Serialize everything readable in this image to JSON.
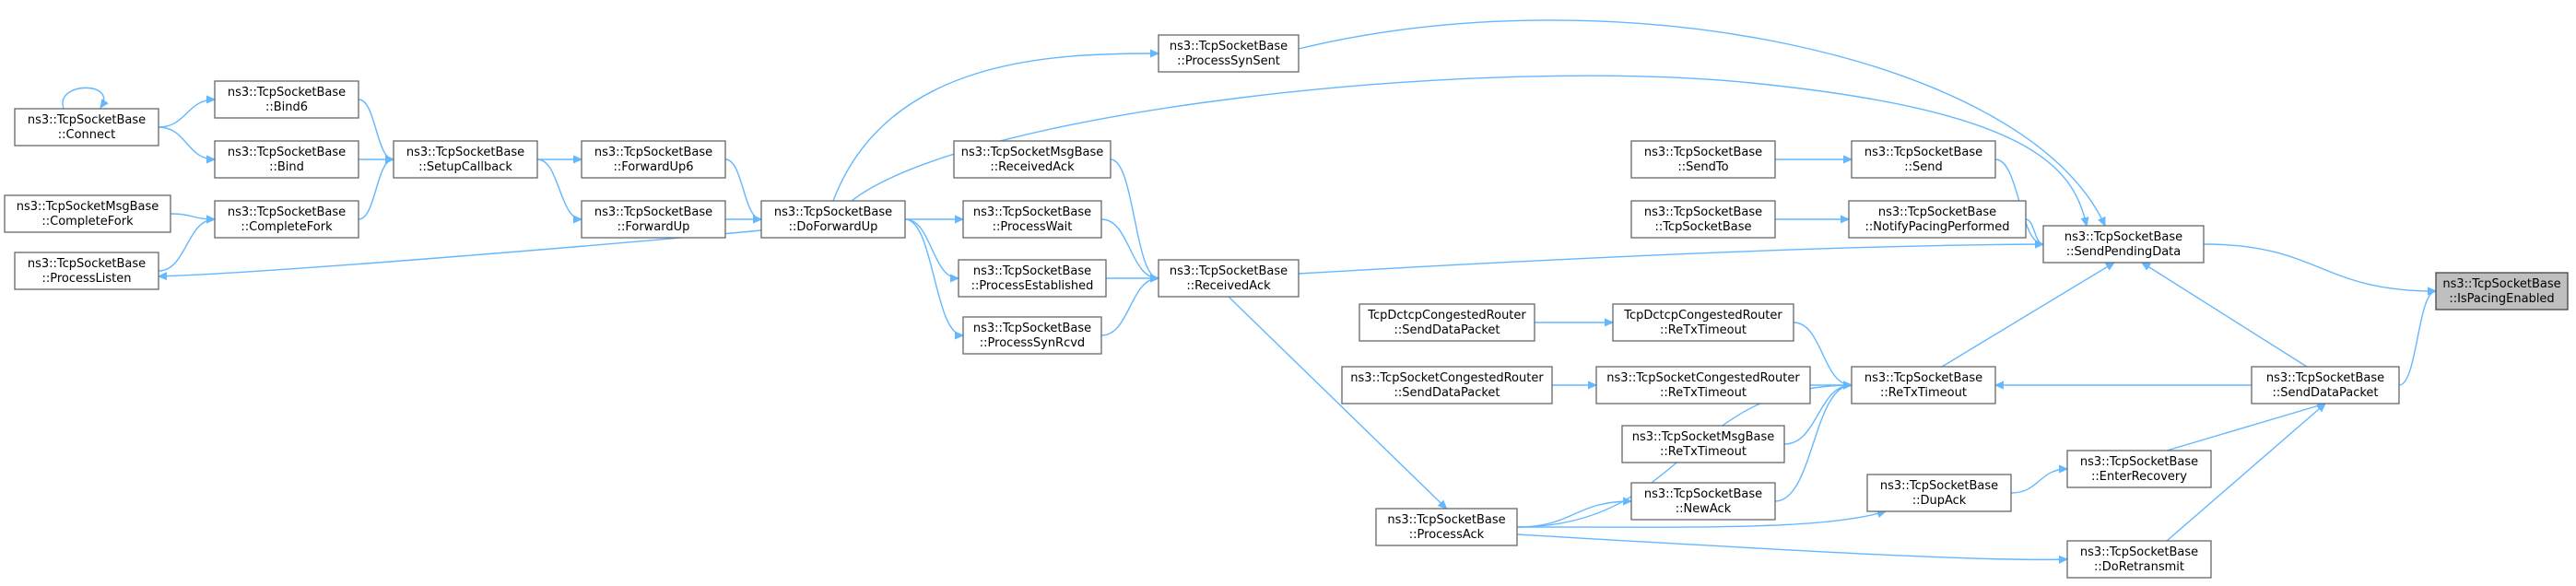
{
  "graph": {
    "root": "n_ispacing",
    "nodes": [
      {
        "id": "n_connect",
        "line1": "ns3::TcpSocketBase",
        "line2": "::Connect"
      },
      {
        "id": "n_completefork_msg",
        "line1": "ns3::TcpSocketMsgBase",
        "line2": "::CompleteFork"
      },
      {
        "id": "n_processlisten",
        "line1": "ns3::TcpSocketBase",
        "line2": "::ProcessListen"
      },
      {
        "id": "n_bind6",
        "line1": "ns3::TcpSocketBase",
        "line2": "::Bind6"
      },
      {
        "id": "n_bind",
        "line1": "ns3::TcpSocketBase",
        "line2": "::Bind"
      },
      {
        "id": "n_completefork",
        "line1": "ns3::TcpSocketBase",
        "line2": "::CompleteFork"
      },
      {
        "id": "n_setupcallback",
        "line1": "ns3::TcpSocketBase",
        "line2": "::SetupCallback"
      },
      {
        "id": "n_forwardup6",
        "line1": "ns3::TcpSocketBase",
        "line2": "::ForwardUp6"
      },
      {
        "id": "n_forwardup",
        "line1": "ns3::TcpSocketBase",
        "line2": "::ForwardUp"
      },
      {
        "id": "n_doforwardup",
        "line1": "ns3::TcpSocketBase",
        "line2": "::DoForwardUp"
      },
      {
        "id": "n_receivedack_msg",
        "line1": "ns3::TcpSocketMsgBase",
        "line2": "::ReceivedAck"
      },
      {
        "id": "n_processwait",
        "line1": "ns3::TcpSocketBase",
        "line2": "::ProcessWait"
      },
      {
        "id": "n_processestablished",
        "line1": "ns3::TcpSocketBase",
        "line2": "::ProcessEstablished"
      },
      {
        "id": "n_processsynrcvd",
        "line1": "ns3::TcpSocketBase",
        "line2": "::ProcessSynRcvd"
      },
      {
        "id": "n_processsynsent",
        "line1": "ns3::TcpSocketBase",
        "line2": "::ProcessSynSent"
      },
      {
        "id": "n_receivedack",
        "line1": "ns3::TcpSocketBase",
        "line2": "::ReceivedAck"
      },
      {
        "id": "n_processack",
        "line1": "ns3::TcpSocketBase",
        "line2": "::ProcessAck"
      },
      {
        "id": "n_dctcp_senddata",
        "line1": "TcpDctcpCongestedRouter",
        "line2": "::SendDataPacket"
      },
      {
        "id": "n_cong_senddata",
        "line1": "ns3::TcpSocketCongestedRouter",
        "line2": "::SendDataPacket"
      },
      {
        "id": "n_sendto",
        "line1": "ns3::TcpSocketBase",
        "line2": "::SendTo"
      },
      {
        "id": "n_tcpsocketbase",
        "line1": "ns3::TcpSocketBase",
        "line2": "::TcpSocketBase"
      },
      {
        "id": "n_dctcp_retx",
        "line1": "TcpDctcpCongestedRouter",
        "line2": "::ReTxTimeout"
      },
      {
        "id": "n_cong_retx",
        "line1": "ns3::TcpSocketCongestedRouter",
        "line2": "::ReTxTimeout"
      },
      {
        "id": "n_msg_retx",
        "line1": "ns3::TcpSocketMsgBase",
        "line2": "::ReTxTimeout"
      },
      {
        "id": "n_newack",
        "line1": "ns3::TcpSocketBase",
        "line2": "::NewAck"
      },
      {
        "id": "n_send",
        "line1": "ns3::TcpSocketBase",
        "line2": "::Send"
      },
      {
        "id": "n_notifypacing",
        "line1": "ns3::TcpSocketBase",
        "line2": "::NotifyPacingPerformed"
      },
      {
        "id": "n_retx",
        "line1": "ns3::TcpSocketBase",
        "line2": "::ReTxTimeout"
      },
      {
        "id": "n_dupack",
        "line1": "ns3::TcpSocketBase",
        "line2": "::DupAck"
      },
      {
        "id": "n_enterrecovery",
        "line1": "ns3::TcpSocketBase",
        "line2": "::EnterRecovery"
      },
      {
        "id": "n_doretransmit",
        "line1": "ns3::TcpSocketBase",
        "line2": "::DoRetransmit"
      },
      {
        "id": "n_sendpending",
        "line1": "ns3::TcpSocketBase",
        "line2": "::SendPendingData"
      },
      {
        "id": "n_senddatapacket",
        "line1": "ns3::TcpSocketBase",
        "line2": "::SendDataPacket"
      },
      {
        "id": "n_ispacing",
        "line1": "ns3::TcpSocketBase",
        "line2": "::IsPacingEnabled"
      }
    ],
    "edges": [
      [
        "n_sendpending",
        "n_ispacing"
      ],
      [
        "n_senddatapacket",
        "n_ispacing"
      ],
      [
        "n_processsynsent",
        "n_sendpending"
      ],
      [
        "n_doforwardup",
        "n_sendpending"
      ],
      [
        "n_send",
        "n_sendpending"
      ],
      [
        "n_notifypacing",
        "n_sendpending"
      ],
      [
        "n_receivedack",
        "n_sendpending"
      ],
      [
        "n_retx",
        "n_sendpending"
      ],
      [
        "n_senddatapacket",
        "n_sendpending"
      ],
      [
        "n_sendto",
        "n_send"
      ],
      [
        "n_tcpsocketbase",
        "n_notifypacing"
      ],
      [
        "n_senddatapacket",
        "n_retx"
      ],
      [
        "n_dctcp_retx",
        "n_retx"
      ],
      [
        "n_cong_retx",
        "n_retx"
      ],
      [
        "n_msg_retx",
        "n_retx"
      ],
      [
        "n_newack",
        "n_retx"
      ],
      [
        "n_processack",
        "n_retx"
      ],
      [
        "n_dctcp_senddata",
        "n_dctcp_retx"
      ],
      [
        "n_cong_senddata",
        "n_cong_retx"
      ],
      [
        "n_enterrecovery",
        "n_senddatapacket"
      ],
      [
        "n_doretransmit",
        "n_senddatapacket"
      ],
      [
        "n_dupack",
        "n_enterrecovery"
      ],
      [
        "n_processack",
        "n_dupack"
      ],
      [
        "n_processack",
        "n_newack"
      ],
      [
        "n_processack",
        "n_doretransmit"
      ],
      [
        "n_receivedack",
        "n_processack"
      ],
      [
        "n_receivedack_msg",
        "n_receivedack"
      ],
      [
        "n_processwait",
        "n_receivedack"
      ],
      [
        "n_processestablished",
        "n_receivedack"
      ],
      [
        "n_processsynrcvd",
        "n_receivedack"
      ],
      [
        "n_doforwardup",
        "n_processsynsent"
      ],
      [
        "n_doforwardup",
        "n_processwait"
      ],
      [
        "n_doforwardup",
        "n_processestablished"
      ],
      [
        "n_doforwardup",
        "n_processsynrcvd"
      ],
      [
        "n_doforwardup",
        "n_processlisten"
      ],
      [
        "n_forwardup6",
        "n_doforwardup"
      ],
      [
        "n_forwardup",
        "n_doforwardup"
      ],
      [
        "n_setupcallback",
        "n_forwardup6"
      ],
      [
        "n_setupcallback",
        "n_forwardup"
      ],
      [
        "n_bind6",
        "n_setupcallback"
      ],
      [
        "n_bind",
        "n_setupcallback"
      ],
      [
        "n_completefork",
        "n_setupcallback"
      ],
      [
        "n_connect",
        "n_bind6"
      ],
      [
        "n_connect",
        "n_bind"
      ],
      [
        "n_connect",
        "n_connect"
      ],
      [
        "n_completefork_msg",
        "n_completefork"
      ],
      [
        "n_processlisten",
        "n_completefork"
      ]
    ]
  }
}
